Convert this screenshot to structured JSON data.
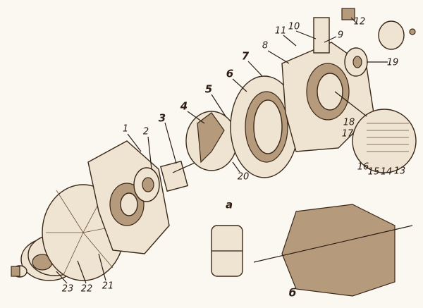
{
  "figure_labels": {
    "view_a": "а",
    "view_b": "б"
  },
  "callouts": [
    "1",
    "2",
    "3",
    "4",
    "5",
    "6",
    "7",
    "8",
    "9",
    "10",
    "11",
    "12",
    "13",
    "14",
    "15",
    "16",
    "17",
    "18",
    "19",
    "20",
    "21",
    "22",
    "23"
  ],
  "colors": {
    "ink": "#2b1d12",
    "paper": "#fbf8f1",
    "shade": "#b59a7c"
  }
}
